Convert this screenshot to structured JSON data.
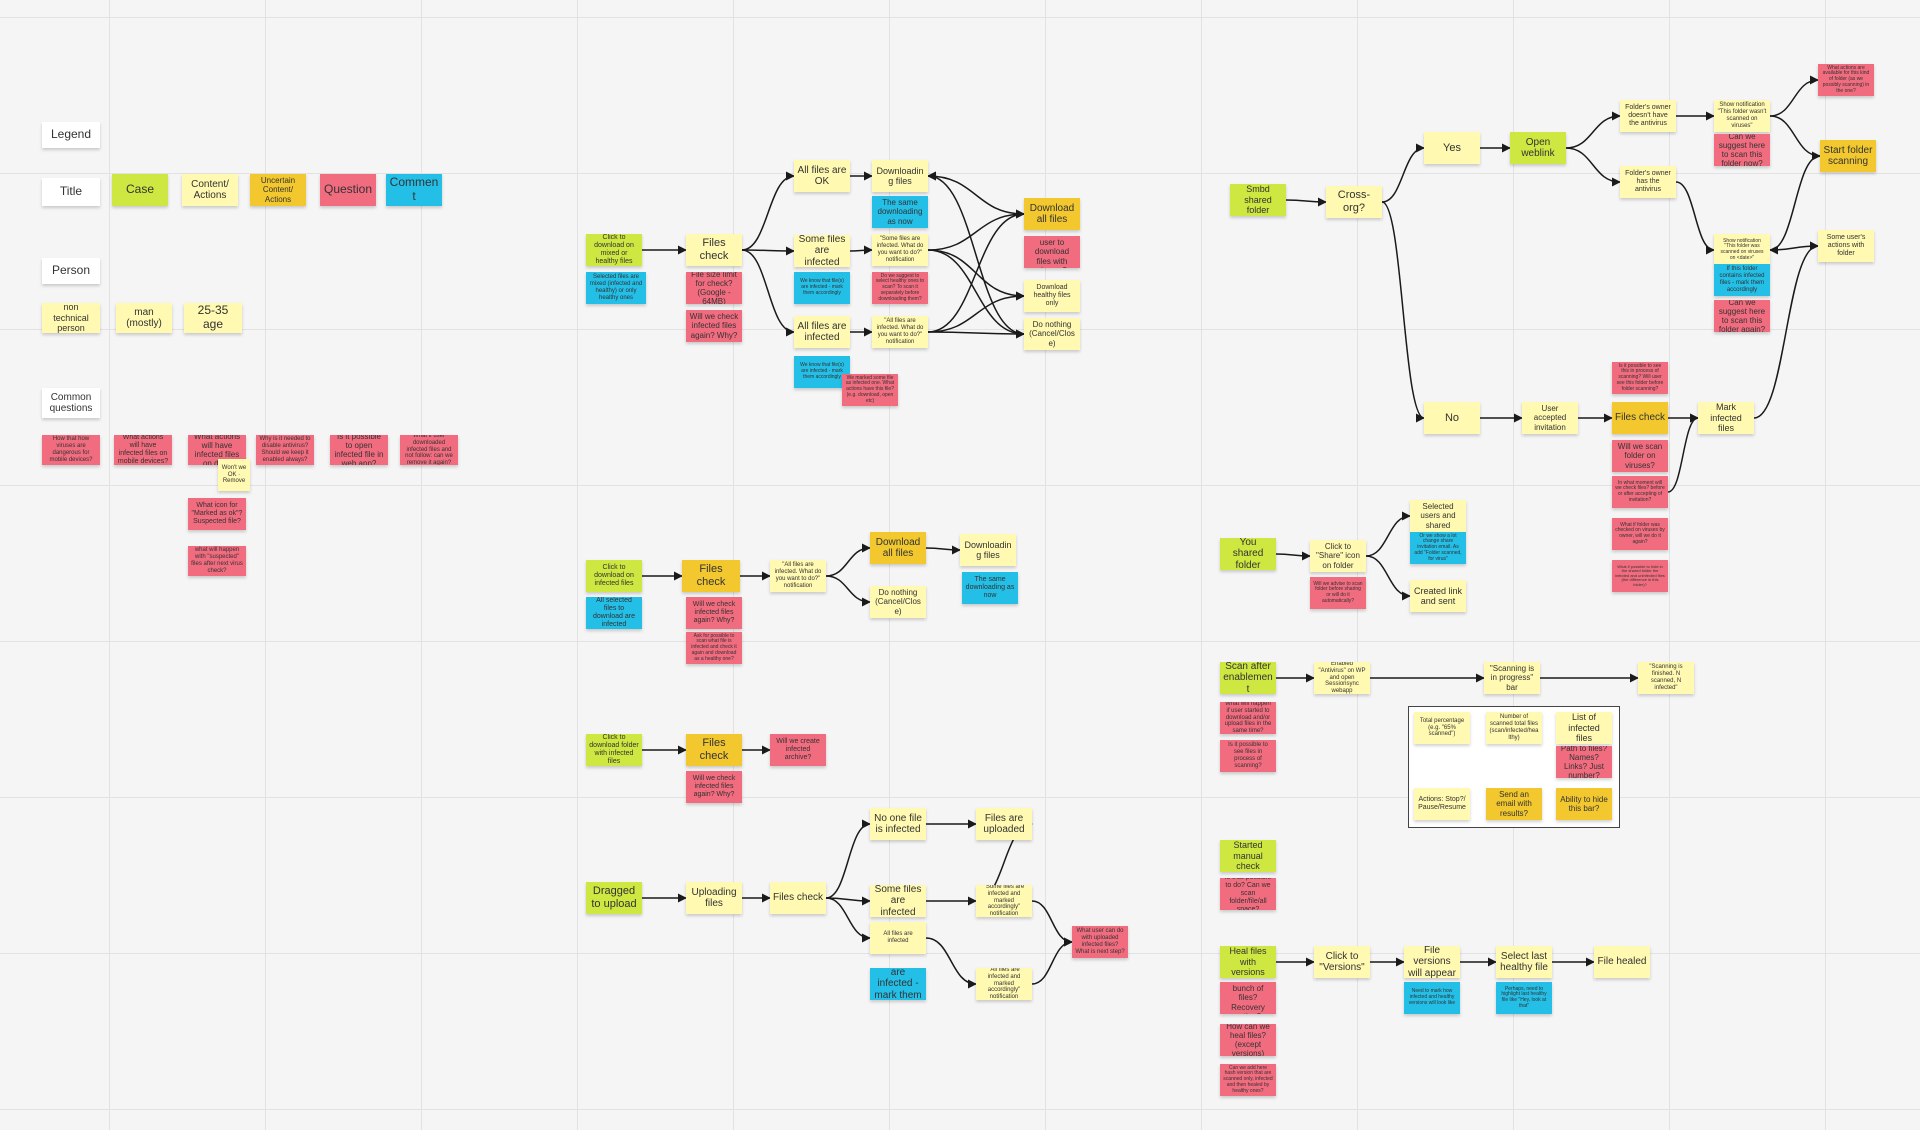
{
  "colors": {
    "white": "#ffffff",
    "yellow": "#fff9b1",
    "green": "#cee741",
    "orange": "#f2c82e",
    "red": "#f16c7f",
    "blue": "#23bfe7",
    "connector": "#1a1a1a",
    "canvas": "#f5f5f5"
  },
  "notes": [
    {
      "text": "Legend",
      "color": "white"
    },
    {
      "text": "Title",
      "color": "white"
    },
    {
      "text": "Case",
      "color": "green"
    },
    {
      "text": "Content/ Actions",
      "color": "yellow"
    },
    {
      "text": "Uncertain Content/ Actions",
      "color": "orange"
    },
    {
      "text": "Question",
      "color": "red"
    },
    {
      "text": "Comment",
      "color": "blue"
    },
    {
      "text": "Person",
      "color": "white"
    },
    {
      "text": "non technical person",
      "color": "yellow"
    },
    {
      "text": "man (mostly)",
      "color": "yellow"
    },
    {
      "text": "25-35 age",
      "color": "yellow"
    },
    {
      "text": "Common questions",
      "color": "white"
    },
    {
      "text": "How that how viruses are dangerous for mobile devices?",
      "color": "red"
    },
    {
      "text": "What actions will have infected files on mobile devices?",
      "color": "red"
    },
    {
      "text": "What actions will have infected files on de…",
      "color": "red"
    },
    {
      "text": "Won't we OK · Remove",
      "color": "yellow"
    },
    {
      "text": "Why is it needed to disable antivirus? Should we keep it enabled always?",
      "color": "red"
    },
    {
      "text": "Is it possible to open infected file in web app?",
      "color": "red"
    },
    {
      "text": "What if user downloaded infected files and not follow: can we remove it again?",
      "color": "red"
    },
    {
      "text": "What icon for \"Marked as ok\"? Suspected file?",
      "color": "red"
    },
    {
      "text": "what will happen with \"suspected\" files after next virus check?",
      "color": "red"
    },
    {
      "text": "Click to download on mixed or healthy files",
      "color": "green"
    },
    {
      "text": "Selected files are mixed (infected and healthy) or only healthy ones",
      "color": "blue"
    },
    {
      "text": "Files check",
      "color": "yellow"
    },
    {
      "text": "File size limit for check? (Google - 64MB)",
      "color": "red"
    },
    {
      "text": "Will we check infected files again? Why?",
      "color": "red"
    },
    {
      "text": "All files are OK",
      "color": "yellow"
    },
    {
      "text": "Some files are infected",
      "color": "yellow"
    },
    {
      "text": "All files are infected",
      "color": "yellow"
    },
    {
      "text": "Downloading files",
      "color": "yellow"
    },
    {
      "text": "The same downloading as now",
      "color": "blue"
    },
    {
      "text": "\"Some files are infected. What do you want to do?\" notification",
      "color": "yellow"
    },
    {
      "text": "Do we suggest to select healthy ones to scan? To scan it separately before downloading them?",
      "color": "red"
    },
    {
      "text": "\"All files are infected. What do you want to do?\" notification",
      "color": "yellow"
    },
    {
      "text": "We know that file(s) are infected - mark them accordingly",
      "color": "blue"
    },
    {
      "text": "We know that file(s) are infected - mark them accordingly",
      "color": "blue"
    },
    {
      "text": "We marked some file as infected one. What actions have this file? (e.g. download, open etc)",
      "color": "red"
    },
    {
      "text": "Download all files",
      "color": "orange"
    },
    {
      "text": "Do we let user to download files with viruses?",
      "color": "red"
    },
    {
      "text": "Download healthy files only",
      "color": "yellow"
    },
    {
      "text": "Do nothing (Cancel/Close)",
      "color": "yellow"
    },
    {
      "text": "Click to download on infected files",
      "color": "green"
    },
    {
      "text": "All selected files to download are infected",
      "color": "blue"
    },
    {
      "text": "Files check",
      "color": "orange"
    },
    {
      "text": "Will we check infected files again? Why?",
      "color": "red"
    },
    {
      "text": "Ask for possible to scan what file is infected and check it again and download as a healthy one?",
      "color": "red"
    },
    {
      "text": "\"All files are infected. What do you want to do?\" notification",
      "color": "yellow"
    },
    {
      "text": "Download all files",
      "color": "orange"
    },
    {
      "text": "Do nothing (Cancel/Close)",
      "color": "yellow"
    },
    {
      "text": "Downloading files",
      "color": "yellow"
    },
    {
      "text": "The same downloading as now",
      "color": "blue"
    },
    {
      "text": "Click to download folder with infected files",
      "color": "green"
    },
    {
      "text": "Files check",
      "color": "orange"
    },
    {
      "text": "Will we create infected archive?",
      "color": "red"
    },
    {
      "text": "Will we check infected files again? Why?",
      "color": "red"
    },
    {
      "text": "Dragged to upload",
      "color": "green"
    },
    {
      "text": "Uploading files",
      "color": "yellow"
    },
    {
      "text": "Files check",
      "color": "yellow"
    },
    {
      "text": "No one file is infected",
      "color": "yellow"
    },
    {
      "text": "Some files are infected",
      "color": "yellow"
    },
    {
      "text": "All files are infected",
      "color": "yellow"
    },
    {
      "text": "We know that file(s) are infected - mark them accordingly",
      "color": "blue"
    },
    {
      "text": "Files are uploaded",
      "color": "yellow"
    },
    {
      "text": "\"Some files are infected and marked accordingly\" notification",
      "color": "yellow"
    },
    {
      "text": "\"All files are infected and marked accordingly\" notification",
      "color": "yellow"
    },
    {
      "text": "What user can do with uploaded infected files? What is next step?",
      "color": "red"
    },
    {
      "text": "Smbd shared folder",
      "color": "green"
    },
    {
      "text": "Cross-org?",
      "color": "yellow"
    },
    {
      "text": "Yes",
      "color": "yellow"
    },
    {
      "text": "No",
      "color": "yellow"
    },
    {
      "text": "Open weblink",
      "color": "green"
    },
    {
      "text": "Folder's owner doesn't have the antivirus",
      "color": "yellow"
    },
    {
      "text": "Folder's owner has the antivirus",
      "color": "yellow"
    },
    {
      "text": "Show notification \"This folder wasn't scanned on viruses\"",
      "color": "yellow"
    },
    {
      "text": "Can we suggest here to scan this folder now?",
      "color": "red"
    },
    {
      "text": "What actions are available for this kind of folder (as we possibly scanning) in the one?",
      "color": "red"
    },
    {
      "text": "Start folder scanning",
      "color": "orange"
    },
    {
      "text": "Show notification \"This folder was scanned on viruses on <date>\"",
      "color": "yellow"
    },
    {
      "text": "If this folder contains infected files - mark them accordingly",
      "color": "blue"
    },
    {
      "text": "Can we suggest here to scan this folder again?",
      "color": "red"
    },
    {
      "text": "Some user's actions with folder",
      "color": "yellow"
    },
    {
      "text": "User accepted invitation",
      "color": "yellow"
    },
    {
      "text": "Is it possible to see this in process of scanning? Will user see this folder before folder scanning?",
      "color": "red"
    },
    {
      "text": "Files check",
      "color": "orange"
    },
    {
      "text": "Will we scan folder on viruses?",
      "color": "red"
    },
    {
      "text": "In what moment will we check files? before or after accepting of invitation?",
      "color": "red"
    },
    {
      "text": "What if folder was checked on viruses by owner, will we do it again?",
      "color": "red"
    },
    {
      "text": "What if possible to hide in the shared folder the infected and uninfected files (the difference in this folder)?",
      "color": "red"
    },
    {
      "text": "Mark infected files",
      "color": "yellow"
    },
    {
      "text": "You shared folder",
      "color": "green"
    },
    {
      "text": "Click to \"Share\" icon on folder",
      "color": "yellow"
    },
    {
      "text": "Will we advise to scan folder before sharing or will do it automatically?",
      "color": "red"
    },
    {
      "text": "Selected users and shared",
      "color": "yellow"
    },
    {
      "text": "Or we show a lot change share invitation email. As add \"Folder scanned, for virus\"",
      "color": "blue"
    },
    {
      "text": "Created link and sent",
      "color": "yellow"
    },
    {
      "text": "Scan after enablement",
      "color": "green"
    },
    {
      "text": "What will happen if user started to download and/or upload files in the same time?",
      "color": "red"
    },
    {
      "text": "Is it possible to see files in process of scanning?",
      "color": "red"
    },
    {
      "text": "Enabled \"Antivirus\" on WP and open Sessionsync webapp",
      "color": "yellow"
    },
    {
      "text": "\"Scanning is in progress\" bar",
      "color": "yellow"
    },
    {
      "text": "\"Scanning is finished. N scanned, N infected\"",
      "color": "yellow"
    },
    {
      "text": "Total percentage (e.g. \"65% scanned\")",
      "color": "yellow"
    },
    {
      "text": "Number of scanned total files (scan/infected/healthy)",
      "color": "yellow"
    },
    {
      "text": "List of infected files",
      "color": "yellow"
    },
    {
      "text": "Path to files? Names? Links? Just number?",
      "color": "red"
    },
    {
      "text": "Actions: Stop?/ Pause/Resume",
      "color": "yellow"
    },
    {
      "text": "Send an email with results?",
      "color": "orange"
    },
    {
      "text": "Ability to hide this bar?",
      "color": "orange"
    },
    {
      "text": "Started manual check",
      "color": "green"
    },
    {
      "text": "Is that possible to do? Can we scan folder/file/all space?",
      "color": "red"
    },
    {
      "text": "Heal files with versions",
      "color": "green"
    },
    {
      "text": "How to heal bunch of files? Recovery option?",
      "color": "red"
    },
    {
      "text": "How can we heal files? (except versions)",
      "color": "red"
    },
    {
      "text": "Can we add here hash version that are scanned only, infected and then healed by healthy ones?",
      "color": "red"
    },
    {
      "text": "Click to \"Versions\"",
      "color": "yellow"
    },
    {
      "text": "File versions will appear",
      "color": "yellow"
    },
    {
      "text": "Need to mark how infected and healthy versions will look like",
      "color": "blue"
    },
    {
      "text": "Select last healthy file",
      "color": "yellow"
    },
    {
      "text": "Perhaps, need to highlight last healthy file like \"Hey, look at that\"",
      "color": "blue"
    },
    {
      "text": "File healed",
      "color": "yellow"
    }
  ]
}
